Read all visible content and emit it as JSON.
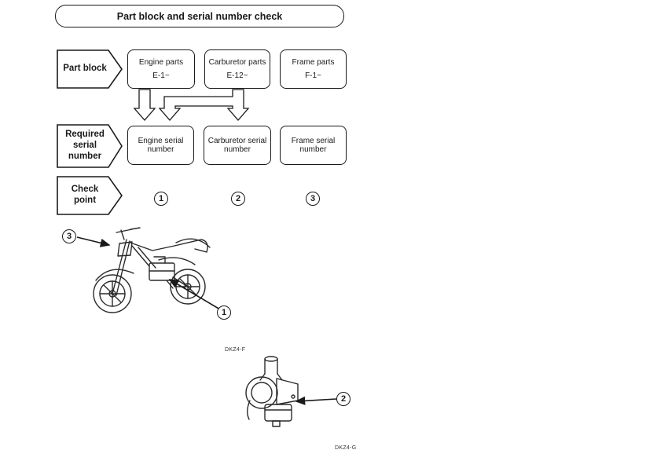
{
  "colors": {
    "ink": "#1a1a1a",
    "paper": "#ffffff"
  },
  "title": "Part block and serial number check",
  "flow": {
    "part_block": {
      "label": "Part block",
      "items": [
        {
          "name": "Engine parts",
          "code": "E-1~"
        },
        {
          "name": "Carburetor parts",
          "code": "E-12~"
        },
        {
          "name": "Frame parts",
          "code": "F-1~"
        }
      ]
    },
    "required_serial": {
      "label": "Required\nserial\nnumber",
      "items": [
        {
          "name": "Engine serial\nnumber"
        },
        {
          "name": "Carburetor serial\nnumber"
        },
        {
          "name": "Frame serial\nnumber"
        }
      ]
    },
    "check_point": {
      "label": "Check\npoint",
      "points": [
        "1",
        "2",
        "3"
      ]
    }
  },
  "callouts": {
    "frame_serial": "3",
    "engine_serial": "1",
    "carburetor_serial": "2"
  },
  "figure_codes": {
    "carburetor": "DKZ4-F",
    "page": "DKZ4-G"
  }
}
